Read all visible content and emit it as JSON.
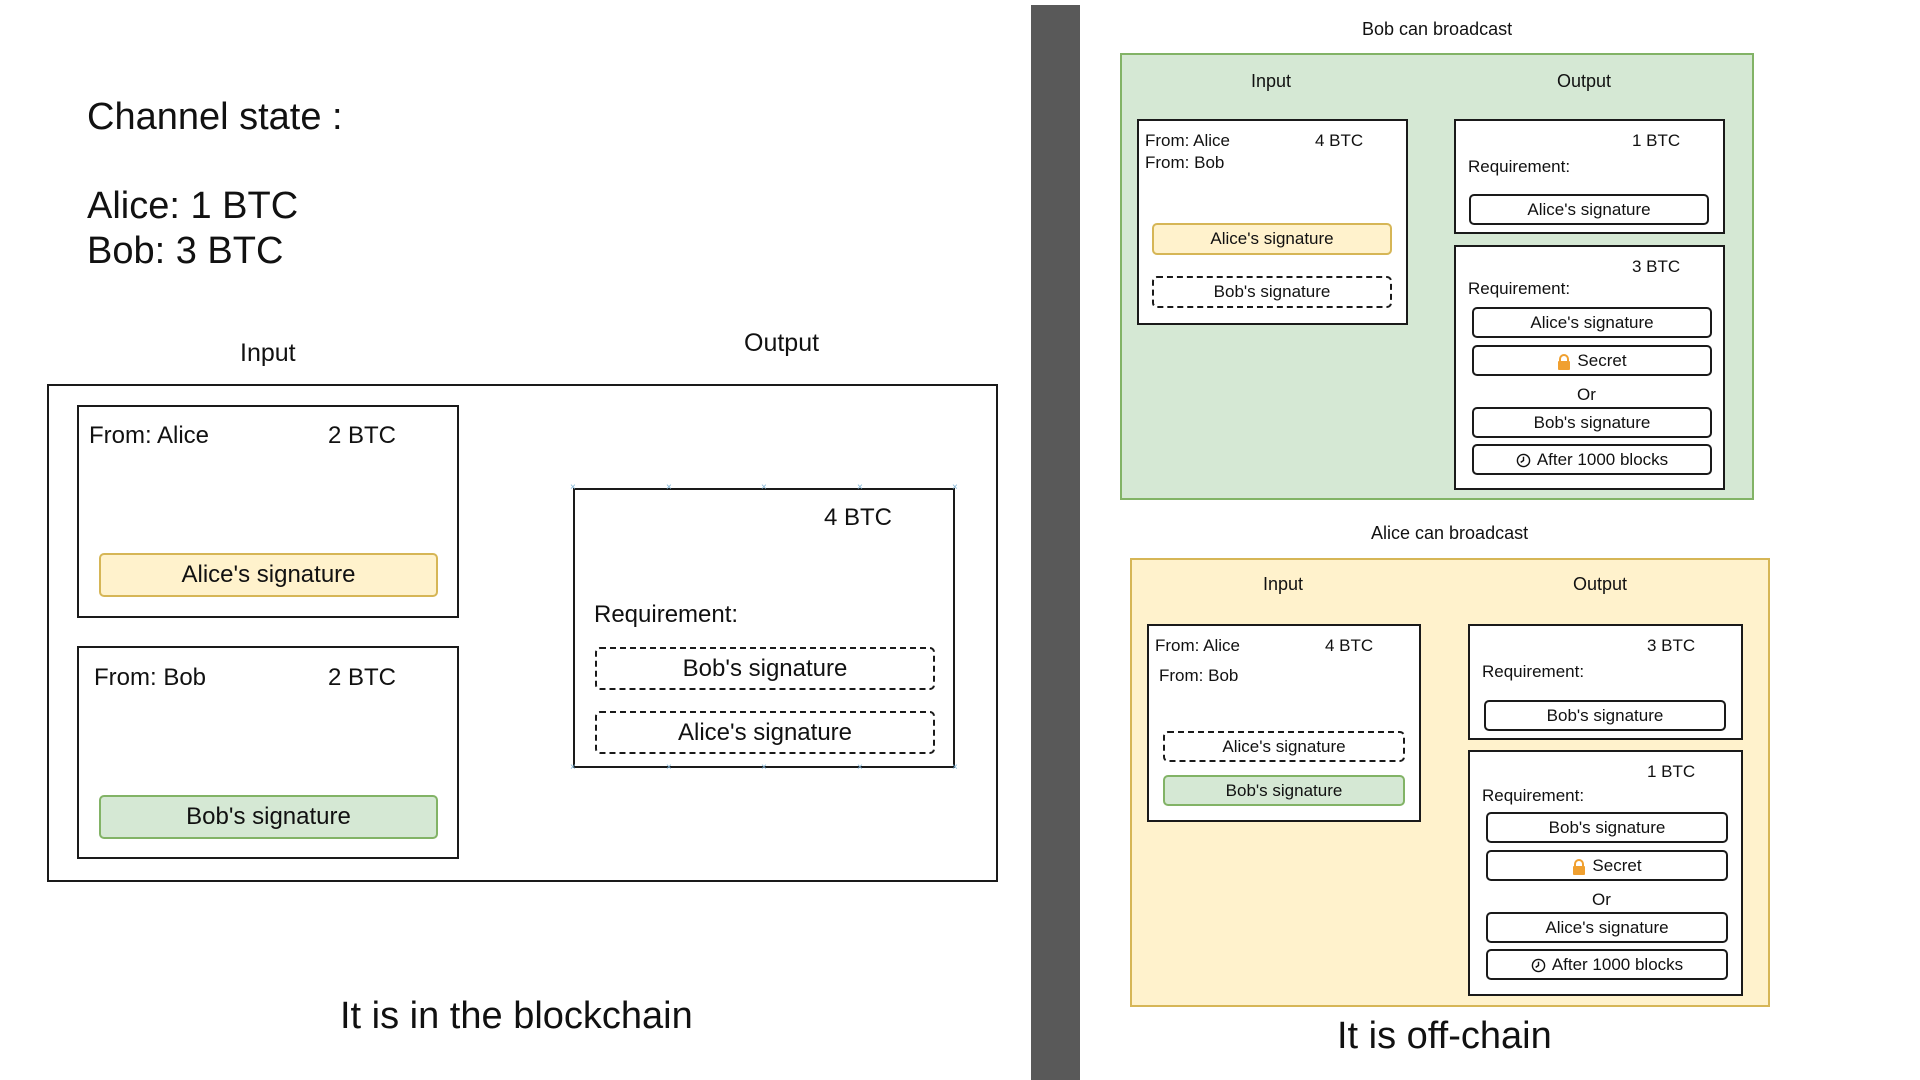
{
  "left": {
    "channel_state_title": "Channel state :",
    "alice_balance": "Alice: 1 BTC",
    "bob_balance": "Bob: 3 BTC",
    "input_label": "Input",
    "output_label": "Output",
    "input_alice": {
      "from": "From: Alice",
      "amount": "2 BTC",
      "signature": "Alice's signature"
    },
    "input_bob": {
      "from": "From: Bob",
      "amount": "2 BTC",
      "signature": "Bob's signature"
    },
    "output": {
      "amount": "4 BTC",
      "requirement": "Requirement:",
      "sig1": "Bob's signature",
      "sig2": "Alice's signature"
    },
    "caption": "It is in the blockchain"
  },
  "bob_panel": {
    "title": "Bob can broadcast",
    "input_label": "Input",
    "output_label": "Output",
    "input": {
      "from1": "From: Alice",
      "from2": "From: Bob",
      "amount": "4 BTC",
      "sig1": "Alice's signature",
      "sig2": "Bob's signature"
    },
    "out1": {
      "amount": "1 BTC",
      "requirement": "Requirement:",
      "sig": "Alice's signature"
    },
    "out2": {
      "amount": "3 BTC",
      "requirement": "Requirement:",
      "sig1": "Alice's signature",
      "secret": "Secret",
      "or": "Or",
      "sig2": "Bob's signature",
      "timelock": "After 1000 blocks"
    }
  },
  "alice_panel": {
    "title": "Alice can broadcast",
    "input_label": "Input",
    "output_label": "Output",
    "input": {
      "from1": "From: Alice",
      "from2": "From: Bob",
      "amount": "4 BTC",
      "sig1": "Alice's signature",
      "sig2": "Bob's signature"
    },
    "out1": {
      "amount": "3 BTC",
      "requirement": "Requirement:",
      "sig": "Bob's signature"
    },
    "out2": {
      "amount": "1 BTC",
      "requirement": "Requirement:",
      "sig1": "Bob's signature",
      "secret": "Secret",
      "or": "Or",
      "sig2": "Alice's signature",
      "timelock": "After 1000 blocks"
    }
  },
  "right_caption": "It is off-chain",
  "colors": {
    "divider": "#595959",
    "green_fill": "#d5e8d4",
    "green_stroke": "#82b366",
    "yellow_fill": "#fff2cc",
    "yellow_stroke": "#d6b656",
    "lock": "#f0a030"
  },
  "icons": {
    "lock": "lock-icon",
    "clock": "clock-icon"
  }
}
